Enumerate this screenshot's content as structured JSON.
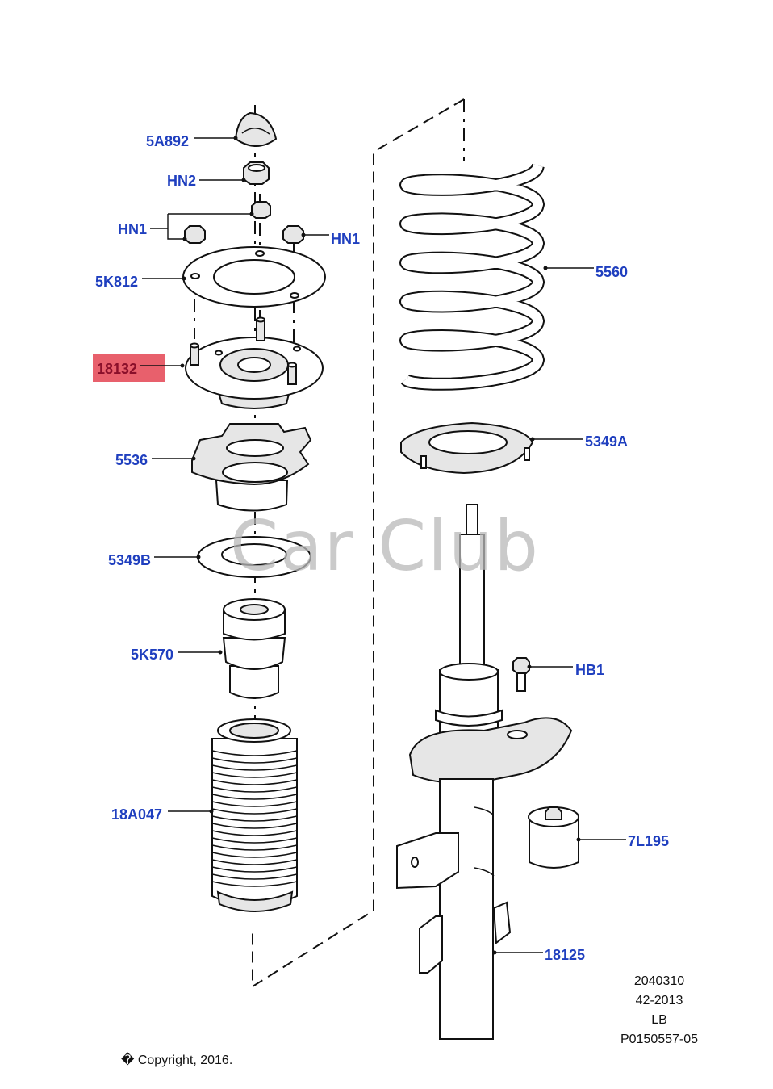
{
  "diagram": {
    "callouts": [
      {
        "id": "5A892"
      },
      {
        "id": "HN2"
      },
      {
        "id": "HN1"
      },
      {
        "id": "HN1"
      },
      {
        "id": "5K812"
      },
      {
        "id": "18132",
        "highlight_color": "#e8606c"
      },
      {
        "id": "5536"
      },
      {
        "id": "5349B"
      },
      {
        "id": "5K570"
      },
      {
        "id": "18A047"
      },
      {
        "id": "5560"
      },
      {
        "id": "5349A"
      },
      {
        "id": "HB1"
      },
      {
        "id": "7L195"
      },
      {
        "id": "18125"
      }
    ],
    "reference_codes": [
      "2040310",
      "42-2013",
      "LB",
      "P0150557-05"
    ],
    "copyright": "� Copyright, 2016.",
    "watermark": "Car Club",
    "colors": {
      "label": "#1f3fbf",
      "highlight": "#e8606c",
      "line": "#111111"
    }
  }
}
